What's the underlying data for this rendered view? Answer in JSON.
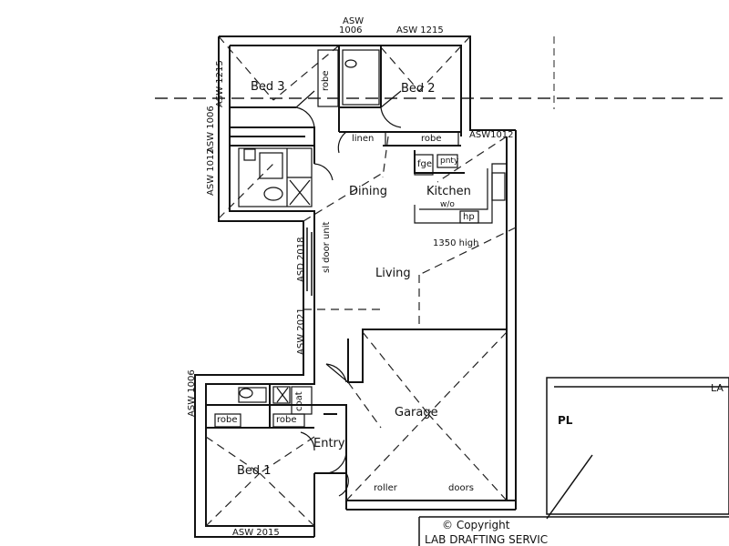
{
  "rooms": {
    "bed3": "Bed 3",
    "bed2": "Bed 2",
    "bed1": "Bed 1",
    "dining": "Dining",
    "kitchen": "Kitchen",
    "living": "Living",
    "garage": "Garage",
    "entry": "Entry"
  },
  "fixtures": {
    "robe_bed3": "robe",
    "robe_hall": "robe",
    "linen": "linen",
    "robe_bed1_a": "robe",
    "robe_bed1_b": "robe",
    "coat": "coat",
    "fge": "fge",
    "pnty": "pnty",
    "wo": "w/o",
    "hp": "hp",
    "bench_height": "1350 high",
    "roller": "roller",
    "doors": "doors",
    "slider": "sl door unit"
  },
  "windows": {
    "top_asw": "ASW",
    "top_1006": "1006",
    "top_1215": "ASW 1215",
    "left_1215": "ASW 1215",
    "left_1006": "ASW 1006",
    "left_1012": "ASW 1012",
    "kitchen_1012": "ASW1012",
    "asd_2018": "ASD 2018",
    "asw_2021": "ASW 2021",
    "bed1_1006": "ASW 1006",
    "bed1_2015": "ASW 2015"
  },
  "footer": {
    "copyright": "© Copyright",
    "firm": "LAB  DRAFTING SERVIC"
  },
  "side_panel": {
    "label_a": "LA",
    "label_b": "PL"
  }
}
